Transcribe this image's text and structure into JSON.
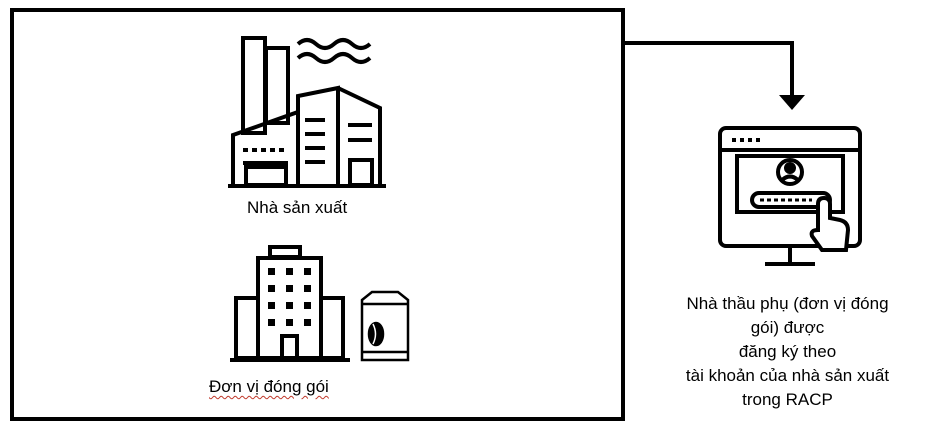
{
  "factory_label": "Nhà sản xuất",
  "packing_label": "Đơn vị đóng gói",
  "subcontractor_lines": [
    "Nhà thầu phụ (đơn vị đóng",
    "gói) được",
    "đăng ký theo",
    "tài khoản của nhà sản xuất",
    "trong RACP"
  ],
  "icons": [
    "factory-icon",
    "office-building-icon",
    "coffee-bag-icon",
    "computer-login-icon"
  ]
}
